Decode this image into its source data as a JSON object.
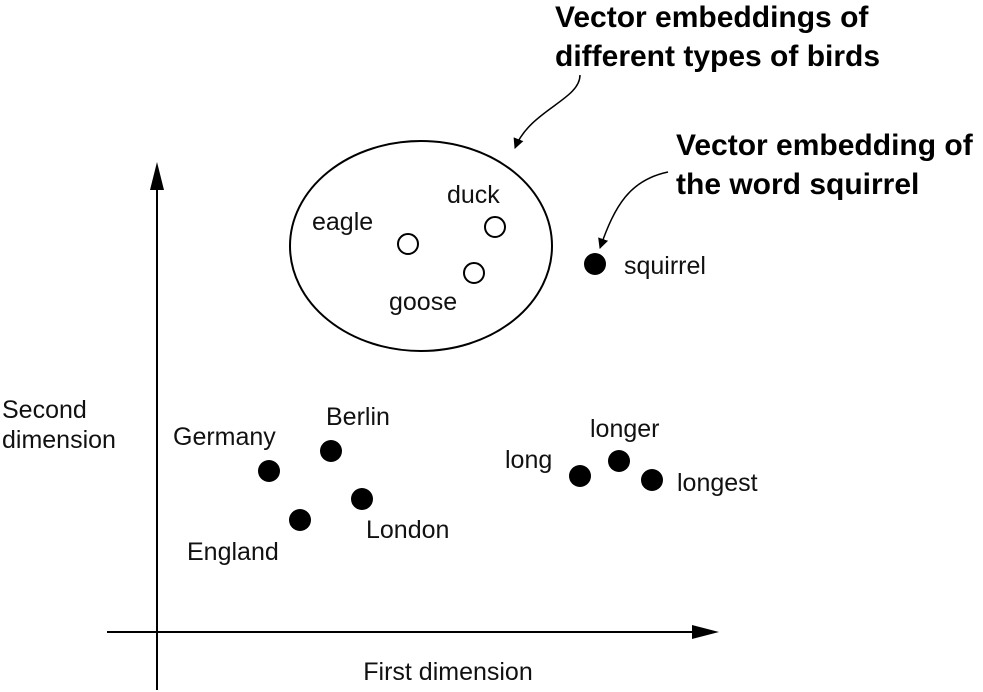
{
  "axes": {
    "x_label": "First dimension",
    "y_label_lines": [
      "Second",
      "dimension"
    ]
  },
  "cluster": {
    "callout_lines": [
      "Vector embeddings of",
      "different types of birds"
    ]
  },
  "callout_squirrel_lines": [
    "Vector embedding of",
    "the word squirrel"
  ],
  "points": [
    {
      "id": "eagle",
      "label": "eagle",
      "marker": "open"
    },
    {
      "id": "duck",
      "label": "duck",
      "marker": "open"
    },
    {
      "id": "goose",
      "label": "goose",
      "marker": "open"
    },
    {
      "id": "squirrel",
      "label": "squirrel",
      "marker": "filled"
    },
    {
      "id": "germany",
      "label": "Germany",
      "marker": "filled"
    },
    {
      "id": "berlin",
      "label": "Berlin",
      "marker": "filled"
    },
    {
      "id": "london",
      "label": "London",
      "marker": "filled"
    },
    {
      "id": "england",
      "label": "England",
      "marker": "filled"
    },
    {
      "id": "long",
      "label": "long",
      "marker": "filled"
    },
    {
      "id": "longer",
      "label": "longer",
      "marker": "filled"
    },
    {
      "id": "longest",
      "label": "longest",
      "marker": "filled"
    }
  ],
  "colors": {
    "ink": "#000000",
    "open_fill": "#ffffff"
  }
}
